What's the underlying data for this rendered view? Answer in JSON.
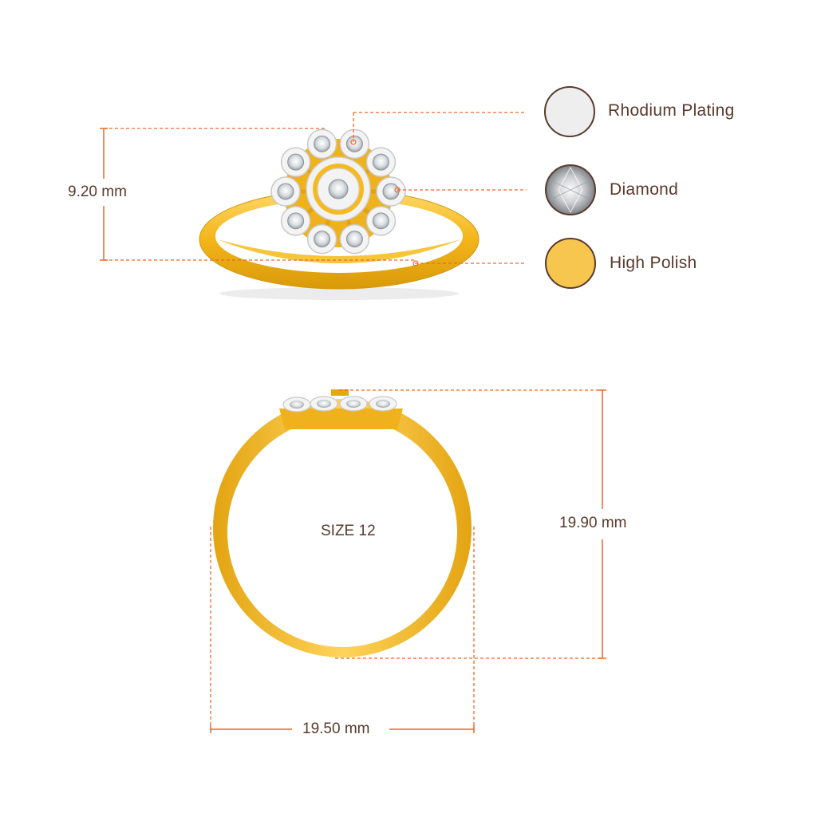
{
  "legend": [
    {
      "label": "Rhodium Plating",
      "icon": "rhodium-swatch-icon",
      "color": "#eeeeee"
    },
    {
      "label": "Diamond",
      "icon": "diamond-swatch-icon",
      "color": "#d8d8d8"
    },
    {
      "label": "High Polish",
      "icon": "gold-swatch-icon",
      "color": "#f7c64f"
    }
  ],
  "dimensions": {
    "top_height": "9.20 mm",
    "side_height": "19.90 mm",
    "side_width": "19.50 mm",
    "ring_size": "SIZE 12"
  },
  "colors": {
    "gold": "#f1b417",
    "gold_dark": "#d99a0a",
    "dimension_line": "#ea6a2a",
    "text": "#5a3a2c",
    "outline": "#5a3a2c"
  }
}
